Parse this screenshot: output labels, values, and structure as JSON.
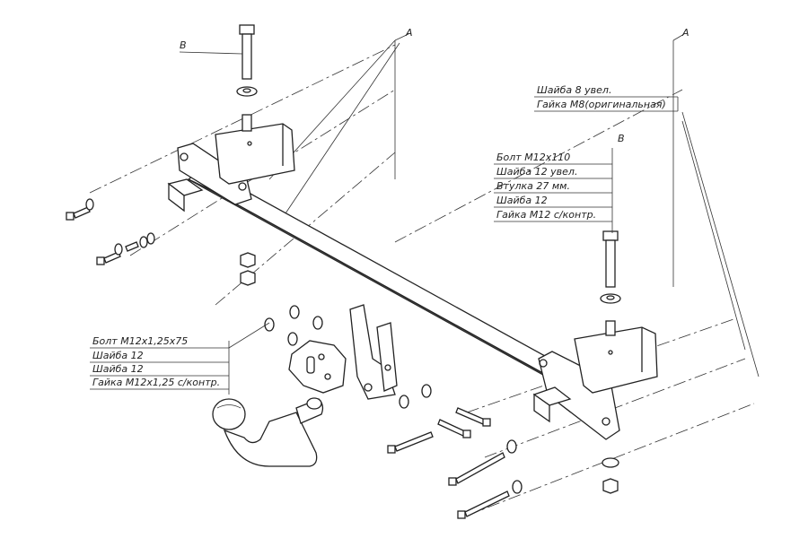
{
  "labels": {
    "letter_a_left": "A",
    "letter_b_left": "B",
    "letter_a_right": "A",
    "letter_b_right": "B"
  },
  "callouts": {
    "top_right": [
      "Шайба 8 увел.",
      "Гайка М8(оригинальная)"
    ],
    "right_middle": [
      "Болт М12х110",
      "Шайба 12 увел.",
      "Втулка 27 мм.",
      "Шайба 12",
      "Гайка М12 с/контр."
    ],
    "left_bottom": [
      "Болт М12х1,25х75",
      "Шайба 12",
      "Шайба 12",
      "Гайка М12х1,25 с/контр."
    ]
  }
}
